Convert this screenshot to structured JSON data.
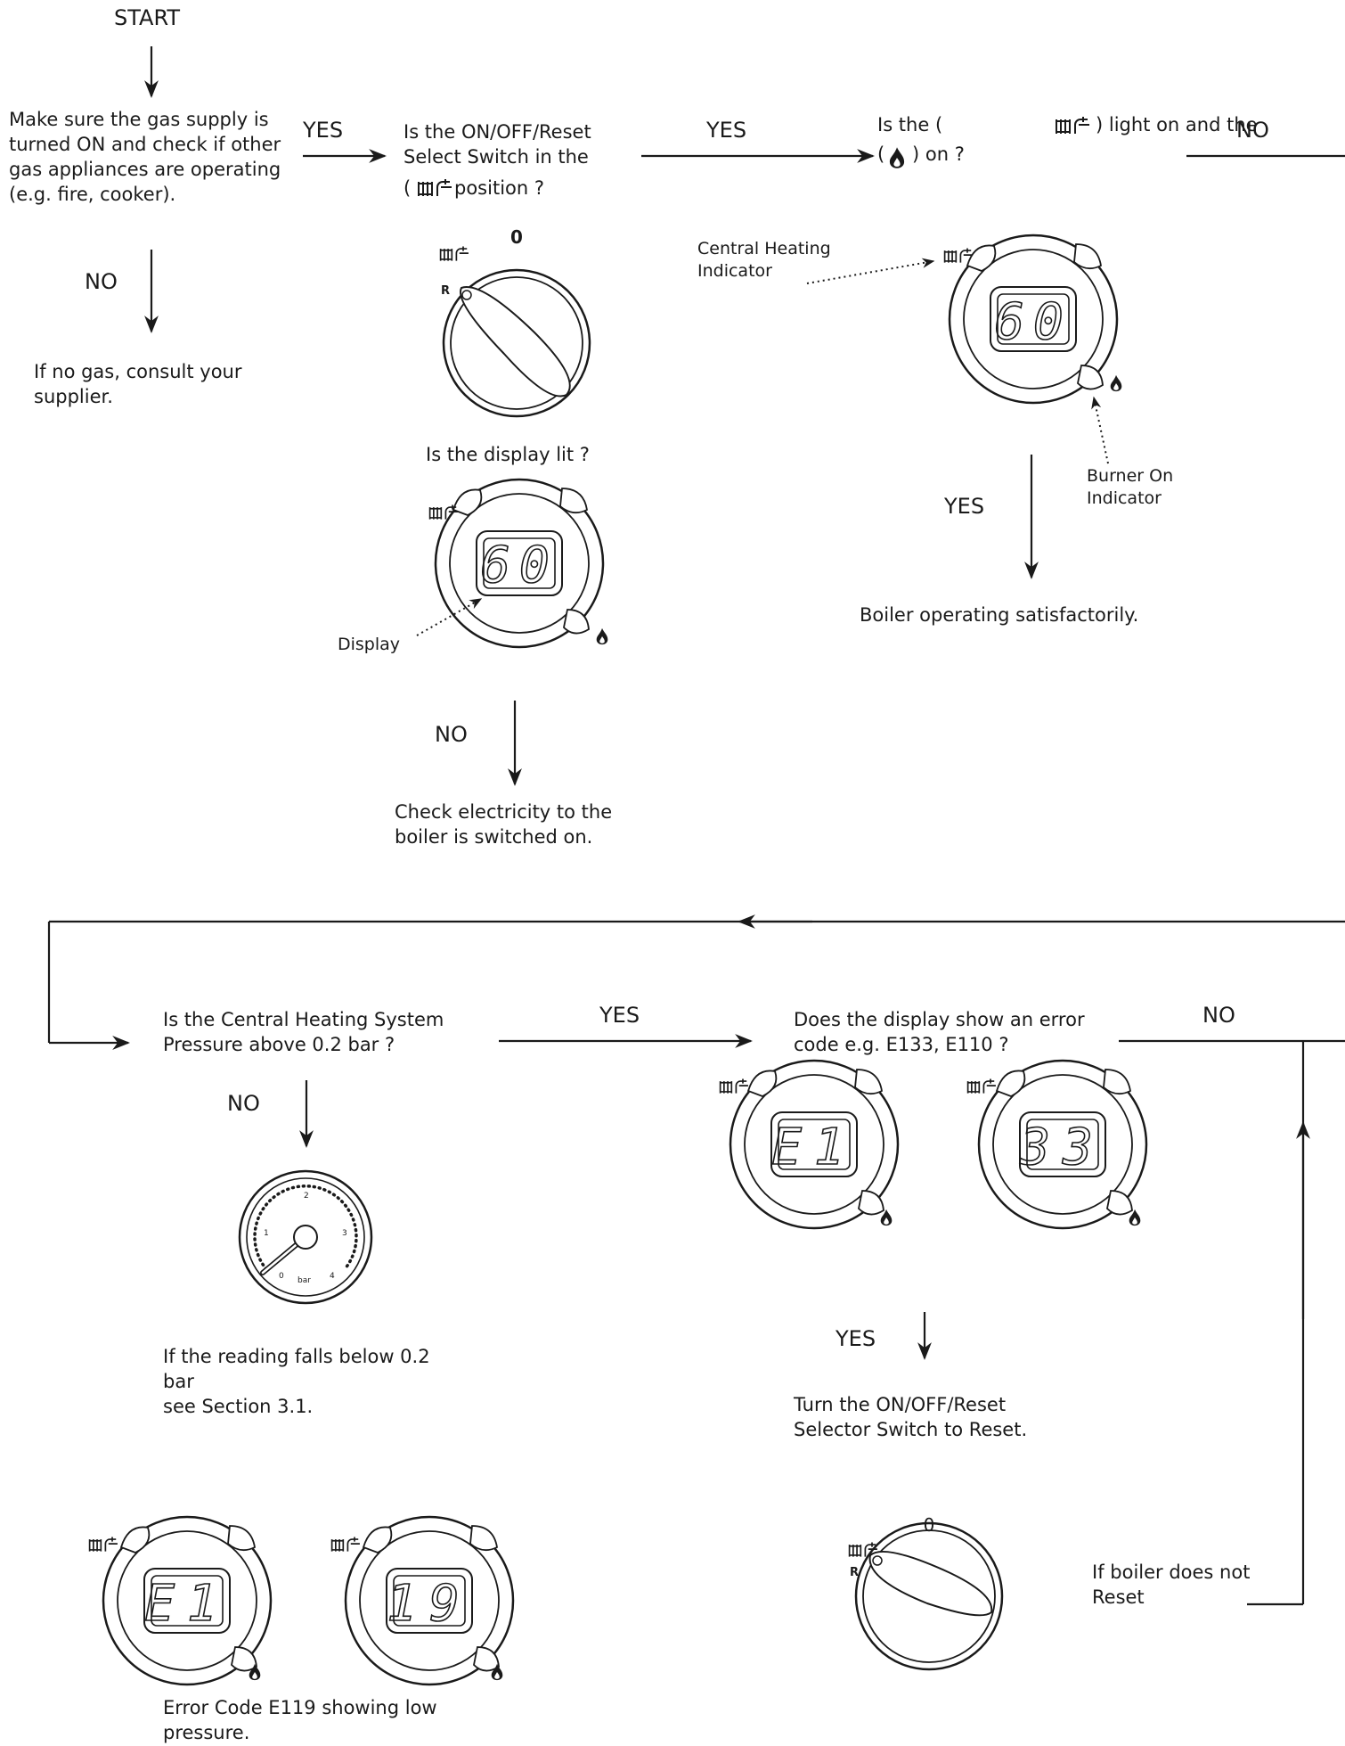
{
  "start_label": "START",
  "step1": {
    "text": "Make sure the gas supply is\nturned ON and check if other\ngas appliances are operating\n(e.g. fire, cooker).",
    "no_label": "NO",
    "no_result": "If no gas, consult your\nsupplier."
  },
  "yes_1": "YES",
  "step2": {
    "question_line1": "Is the ON/OFF/Reset",
    "question_line2": "Select Switch in the",
    "question_line3": "position ?",
    "switch_zero": "0",
    "switch_r": "R",
    "display_question": "Is the display lit ?",
    "display_value": "60",
    "display_label": "Display",
    "no_label": "NO",
    "no_result": "Check electricity to the\nboiler is switched on."
  },
  "yes_2": "YES",
  "step3": {
    "question_line1a": "Is the (",
    "question_line1b": ")  light on and the",
    "question_line2a": "(",
    "question_line2b": ") on ?",
    "ch_indicator_label": "Central Heating\nIndicator",
    "display_value": "60",
    "burner_label": "Burner On\nIndicator",
    "yes_label": "YES",
    "yes_result": "Boiler operating satisfactorily.",
    "no_label": "NO"
  },
  "step4": {
    "question": "Is the Central Heating System\nPressure above 0.2 bar ?",
    "no_label": "NO",
    "gauge_ticks": [
      "0",
      "1",
      "2",
      "3",
      "4"
    ],
    "gauge_unit": "bar",
    "no_result": "If the reading falls below 0.2 bar\nsee Section 3.1.",
    "error_display_1": "E1",
    "error_display_2": "19",
    "error_caption": "Error Code E119 showing low\npressure."
  },
  "yes_3": "YES",
  "step5": {
    "question": "Does the display show an error\ncode e.g. E133, E110 ?",
    "no_label": "NO",
    "error_display_1": "E1",
    "error_display_2": "33",
    "yes_label": "YES",
    "yes_result": "Turn the ON/OFF/Reset\nSelector Switch to Reset.",
    "switch_zero": "0",
    "switch_r": "R",
    "no_reset_text": "If boiler does not\nReset"
  },
  "icons": [
    "radiator-tap-icon",
    "flame-icon",
    "arrow-icon",
    "pressure-gauge-icon",
    "selector-switch-icon",
    "display-panel-icon"
  ],
  "colors": {
    "ink": "#1a1a1a",
    "background": "#ffffff"
  }
}
